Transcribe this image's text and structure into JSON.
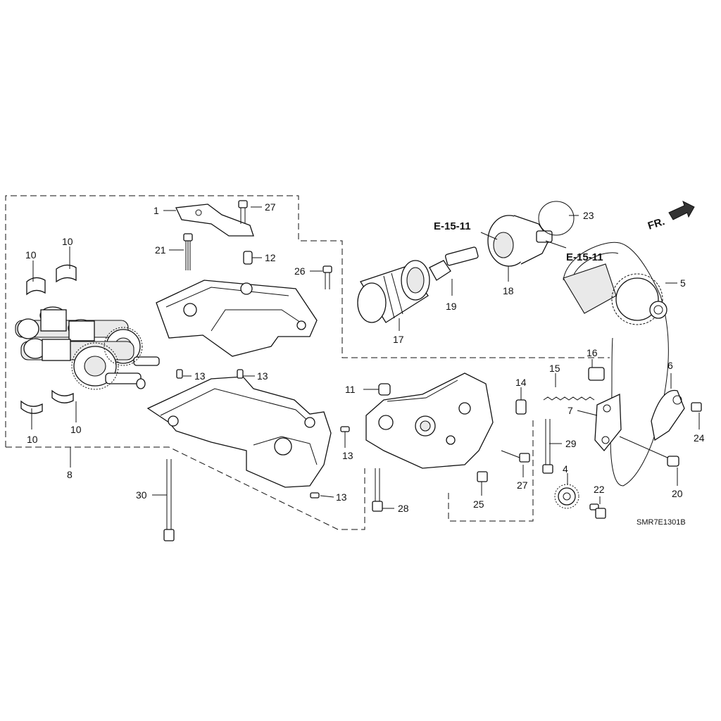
{
  "diagram": {
    "code": "SMR7E1301B",
    "front_indicator": "FR.",
    "refs": [
      "E-15-11",
      "E-15-11"
    ],
    "callouts": [
      {
        "id": "c1",
        "text": "1"
      },
      {
        "id": "c4",
        "text": "4"
      },
      {
        "id": "c5",
        "text": "5"
      },
      {
        "id": "c6",
        "text": "6"
      },
      {
        "id": "c7",
        "text": "7"
      },
      {
        "id": "c8",
        "text": "8"
      },
      {
        "id": "c10a",
        "text": "10"
      },
      {
        "id": "c10b",
        "text": "10"
      },
      {
        "id": "c10c",
        "text": "10"
      },
      {
        "id": "c10d",
        "text": "10"
      },
      {
        "id": "c11",
        "text": "11"
      },
      {
        "id": "c12",
        "text": "12"
      },
      {
        "id": "c13a",
        "text": "13"
      },
      {
        "id": "c13b",
        "text": "13"
      },
      {
        "id": "c13c",
        "text": "13"
      },
      {
        "id": "c13d",
        "text": "13"
      },
      {
        "id": "c14",
        "text": "14"
      },
      {
        "id": "c15",
        "text": "15"
      },
      {
        "id": "c16",
        "text": "16"
      },
      {
        "id": "c17",
        "text": "17"
      },
      {
        "id": "c18",
        "text": "18"
      },
      {
        "id": "c19",
        "text": "19"
      },
      {
        "id": "c20",
        "text": "20"
      },
      {
        "id": "c21",
        "text": "21"
      },
      {
        "id": "c22",
        "text": "22"
      },
      {
        "id": "c23",
        "text": "23"
      },
      {
        "id": "c24",
        "text": "24"
      },
      {
        "id": "c25",
        "text": "25"
      },
      {
        "id": "c26",
        "text": "26"
      },
      {
        "id": "c27a",
        "text": "27"
      },
      {
        "id": "c27b",
        "text": "27"
      },
      {
        "id": "c28",
        "text": "28"
      },
      {
        "id": "c29",
        "text": "29"
      },
      {
        "id": "c30",
        "text": "30"
      }
    ]
  }
}
